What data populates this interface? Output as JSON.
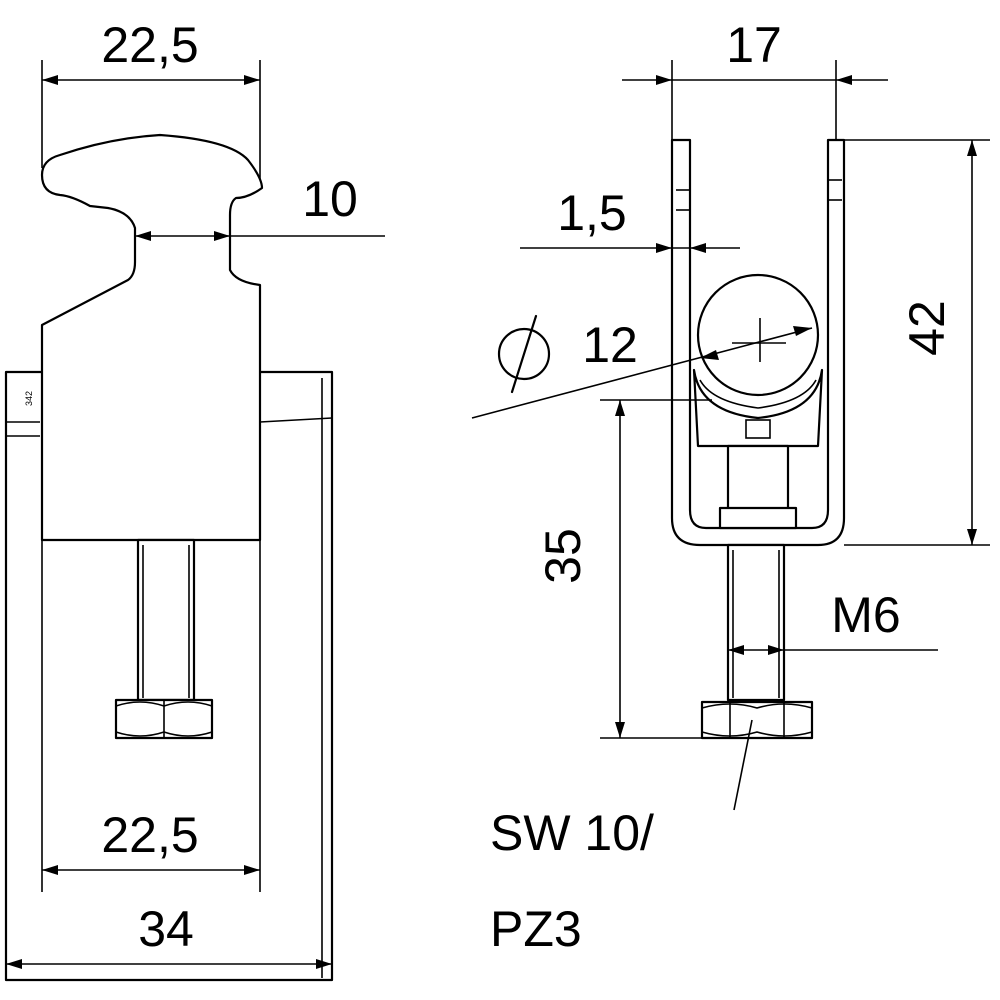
{
  "dimensions": {
    "top_width_left": "22,5",
    "neck_width": "10",
    "bottom_width_left": "22,5",
    "overall_width": "34",
    "width_right": "17",
    "wall_thickness": "1,5",
    "diameter": "12",
    "height_overall": "42",
    "height_to_clamp": "35",
    "thread": "M6",
    "wrench_size_line1": "SW 10/",
    "wrench_size_line2": "PZ3"
  },
  "symbols": {
    "diameter_symbol": "⌀"
  },
  "part_marking": "342"
}
